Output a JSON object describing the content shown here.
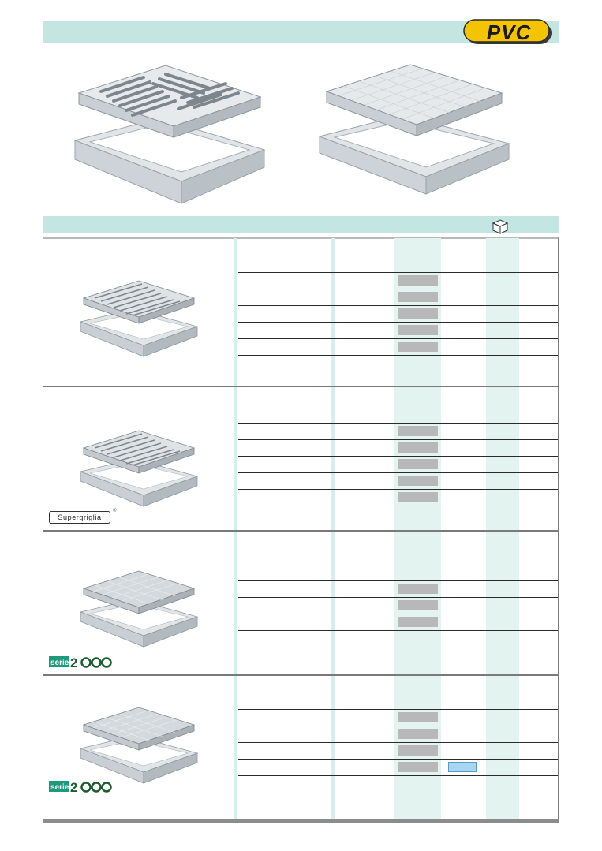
{
  "header": {
    "badge_label": "PVC"
  },
  "icons": {
    "packaging": "box-icon"
  },
  "logos": {
    "supergriglia": "Supergriglia",
    "supergriglia_mark": "®",
    "serie2000_a": "serie 2000",
    "serie2000_b": "serie 2000"
  },
  "colors": {
    "band": "#c4e6e3",
    "shaded_column": "#e3f3f0",
    "gray_cell": "#b8b8b8",
    "blue_cell": "#a8d6f2",
    "badge_yellow": "#f5c400"
  },
  "sections": [
    {
      "name": "grate-section-1",
      "rows": 5
    },
    {
      "name": "grate-section-2-supergriglia",
      "rows": 5
    },
    {
      "name": "cover-section-3-serie2000",
      "rows": 3
    },
    {
      "name": "cover-section-4-serie2000",
      "rows": 4,
      "highlighted_row": 4
    }
  ]
}
